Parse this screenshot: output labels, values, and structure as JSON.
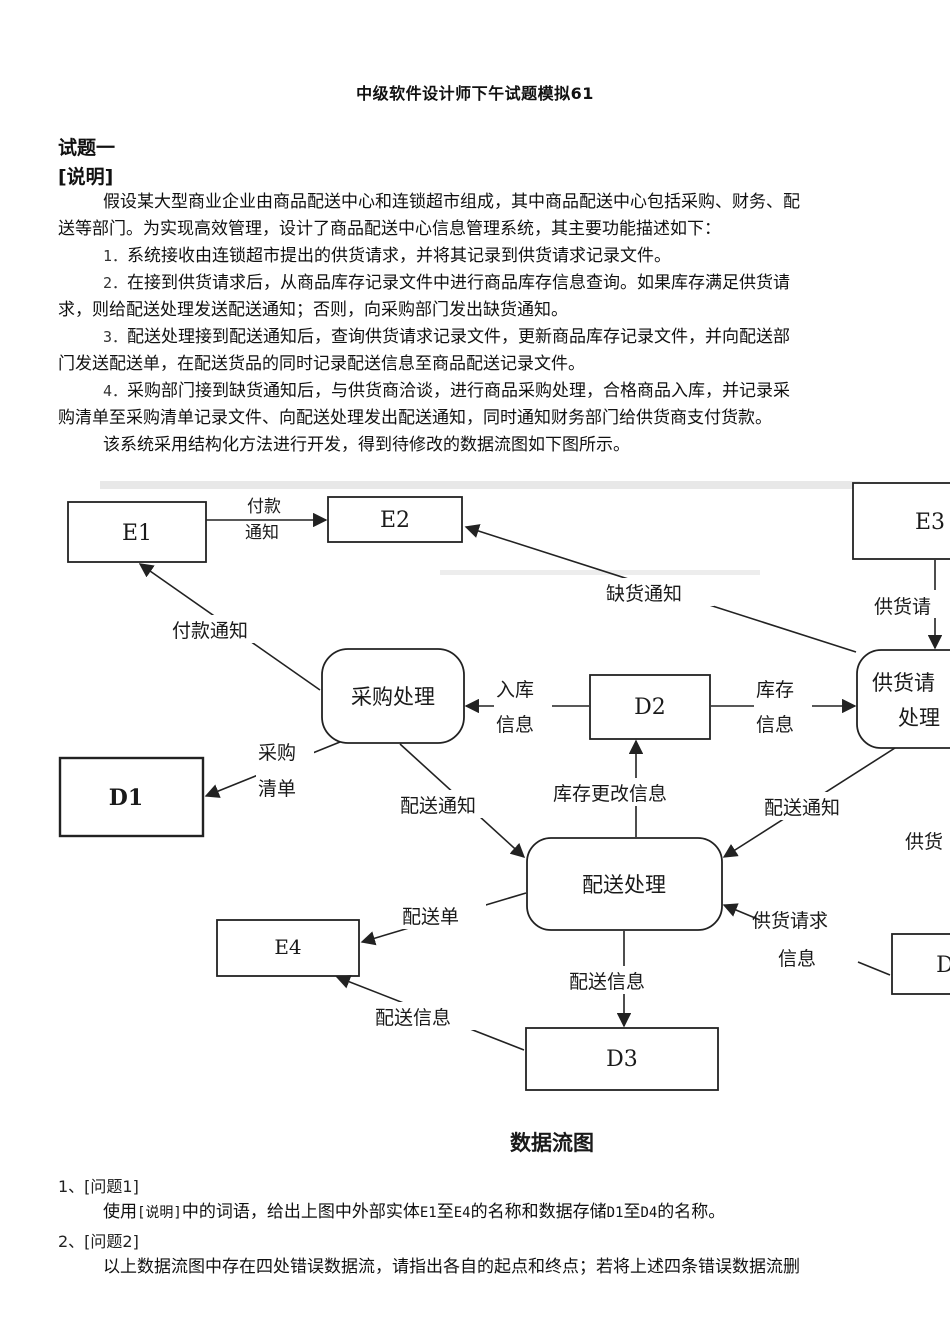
{
  "document": {
    "title": "中级软件设计师下午试题模拟61",
    "section": "试题一",
    "subsection": "[说明]",
    "intro_1": "假设某大型商业企业由商品配送中心和连锁超市组成，其中商品配送中心包括采购、财务、配",
    "intro_2": "送等部门。为实现高效管理，设计了商品配送中心信息管理系统，其主要功能描述如下：",
    "items": [
      {
        "num": "1．",
        "line1": "系统接收由连锁超市提出的供货请求，并将其记录到供货请求记录文件。",
        "line2": ""
      },
      {
        "num": "2．",
        "line1": "在接到供货请求后，从商品库存记录文件中进行商品库存信息查询。如果库存满足供货请",
        "line2": "求，则给配送处理发送配送通知；否则，向采购部门发出缺货通知。"
      },
      {
        "num": "3．",
        "line1": "配送处理接到配送通知后，查询供货请求记录文件，更新商品库存记录文件，并向配送部",
        "line2": "门发送配送单，在配送货品的同时记录配送信息至商品配送记录文件。"
      },
      {
        "num": "4．",
        "line1": "采购部门接到缺货通知后，与供货商洽谈，进行商品采购处理，合格商品入库，并记录采",
        "line2": "购清单至采购清单记录文件、向配送处理发出配送通知，同时通知财务部门给供货商支付货款。"
      }
    ],
    "closing": "该系统采用结构化方法进行开发，得到待修改的数据流图如下图所示。"
  },
  "diagram": {
    "caption": "数据流图",
    "entities": {
      "e1": "E1",
      "e2": "E2",
      "e3": "E3",
      "e4": "E4"
    },
    "stores": {
      "d1": "D1",
      "d2": "D2",
      "d3": "D3",
      "d4": "D"
    },
    "processes": {
      "purchase": "采购处理",
      "delivery": "配送处理",
      "supply_l1": "供货请",
      "supply_l2": "处理"
    },
    "flows": {
      "pay_notice_a": "付款",
      "pay_notice_b": "通知",
      "pay_notice": "付款通知",
      "shortage": "缺货通知",
      "supply_req_cut": "供货请",
      "stock_in_a": "入库",
      "stock_in_b": "信息",
      "stock_a": "库存",
      "stock_b": "信息",
      "purchase_list_a": "采购",
      "purchase_list_b": "清单",
      "deliver_notice_left": "配送通知",
      "stock_change": "库存更改信息",
      "deliver_notice_right": "配送通知",
      "supply_cut2": "供货",
      "deliver_form": "配送单",
      "supply_info_a": "供货请求",
      "supply_info_b": "信息",
      "deliver_info_down": "配送信息",
      "deliver_info_left": "配送信息"
    }
  },
  "questions": [
    {
      "head": "1、[问题1]",
      "text_a": "使用",
      "text_b": "[说明]",
      "text_c": "中的词语，给出上图中外部实体",
      "text_d": "E1",
      "text_e": "至",
      "text_f": "E4",
      "text_g": "的名称和数据存储",
      "text_h": "D1",
      "text_i": "至",
      "text_j": "D4",
      "text_k": "的名称。"
    },
    {
      "head": "2、[问题2]",
      "text": "以上数据流图中存在四处错误数据流，请指出各自的起点和终点；若将上述四条错误数据流删"
    }
  ]
}
